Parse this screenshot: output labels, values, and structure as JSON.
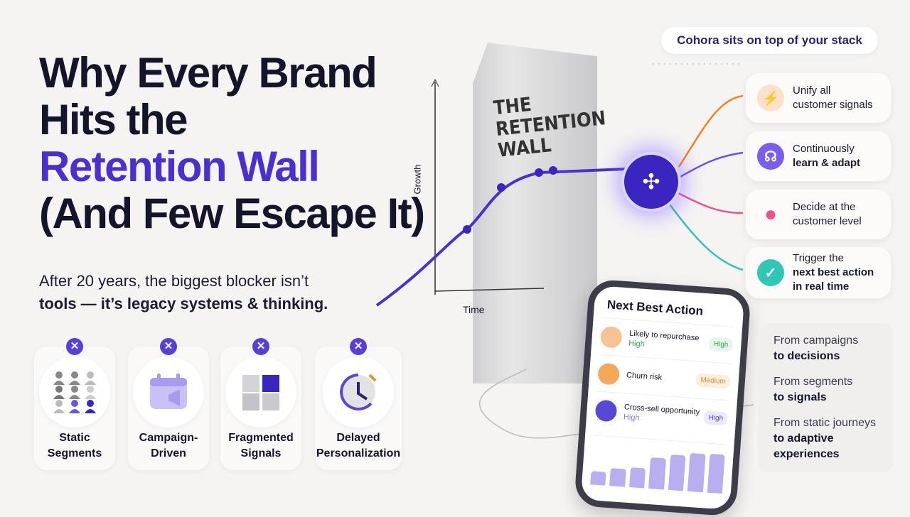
{
  "headline": {
    "line1": "Why Every Brand",
    "line2": "Hits the",
    "line3": "Retention Wall",
    "line4": "(And Few Escape It)"
  },
  "subtitle": {
    "line1": "After 20 years, the biggest blocker isn’t",
    "line2": "tools — it’s legacy systems & thinking."
  },
  "blockers": [
    {
      "label1": "Static",
      "label2": "Segments",
      "icon": "people-grid-icon"
    },
    {
      "label1": "Campaign-",
      "label2": "Driven",
      "icon": "calendar-megaphone-icon"
    },
    {
      "label1": "Fragmented",
      "label2": "Signals",
      "icon": "puzzle-icon"
    },
    {
      "label1": "Delayed",
      "label2": "Personalization",
      "icon": "clock-icon"
    }
  ],
  "blocker_mark": "✕",
  "chart": {
    "ylabel": "Growth",
    "xlabel": "Time"
  },
  "wall": {
    "line1": "THE",
    "line2": "RETENTION",
    "line3": "WALL"
  },
  "stack_pill": "Cohora sits on top of your stack",
  "features": [
    {
      "line1": "Unify all",
      "line2": "customer signals",
      "icon": "lightning-icon",
      "color": "#f5821f"
    },
    {
      "line1": "Continuously",
      "line2": "learn & adapt",
      "icon": "brain-icon",
      "color": "#7a5cf0"
    },
    {
      "line1": "Decide at the",
      "line2": "customer level",
      "icon": "person-icon",
      "color": "#f0508a"
    },
    {
      "line1": "Trigger the",
      "line2": "next best action",
      "line3": "in real time",
      "icon": "check-icon",
      "color": "#2fc6b4"
    }
  ],
  "phone": {
    "title": "Next Best Action",
    "items": [
      {
        "label": "Likely to repurchase",
        "sub": "High",
        "tag": "High",
        "color": "#2fae5f",
        "avatar": "#f8c394"
      },
      {
        "label": "Churn risk",
        "sub": "",
        "tag": "Medium",
        "color": "#f08a2a",
        "avatar": "#f5a85c"
      },
      {
        "label": "Cross-sell opportunity",
        "sub": "High",
        "tag": "High",
        "color": "#5a47d6",
        "avatar": "#5a47d6"
      }
    ]
  },
  "quotes": [
    {
      "from": "From campaigns",
      "to": "to decisions"
    },
    {
      "from": "From segments",
      "to": "to signals"
    },
    {
      "from": "From static journeys",
      "to": "to adaptive experiences"
    }
  ],
  "colors": {
    "accent": "#4b2fd0",
    "dark": "#14142b"
  }
}
